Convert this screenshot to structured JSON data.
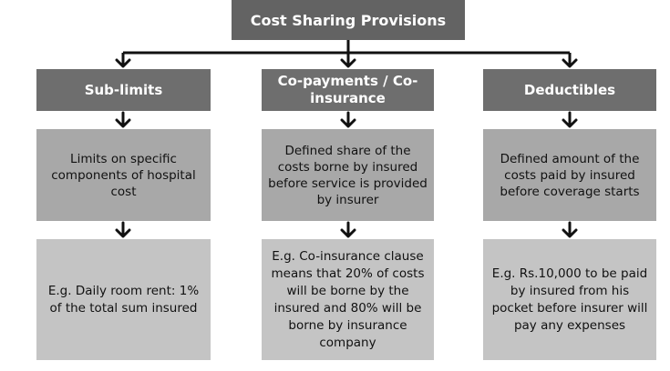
{
  "title": "Cost Sharing Provisions",
  "columns": [
    {
      "header": "Sub-limits",
      "description": "Limits on specific components of hospital cost",
      "example": "E.g. Daily room rent: 1% of the total sum insured"
    },
    {
      "header": "Co-payments / Co-insurance",
      "description": "Defined share of the costs borne by insured before service is provided by insurer",
      "example": "E.g. Co-insurance clause means that 20% of costs will be borne by the insured and 80% will be borne by insurance company"
    },
    {
      "header": "Deductibles",
      "description": "Defined amount of the costs paid by insured before coverage starts",
      "example": "E.g. Rs.10,000 to be paid by insured from his pocket before insurer will pay any expenses"
    }
  ]
}
